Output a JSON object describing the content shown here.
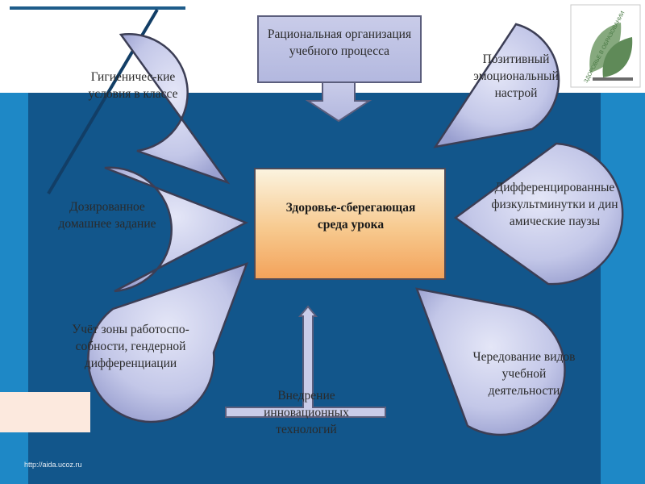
{
  "diagram": {
    "center": "Здоровье-сберегающая среда урока",
    "nodes": [
      {
        "id": "top",
        "label": "Рациональная организация учебного процесса"
      },
      {
        "id": "hygiene",
        "label": "Гигиеничес-кие условия в классе"
      },
      {
        "id": "positive",
        "label": "Позитивный эмоциональный настрой"
      },
      {
        "id": "homework",
        "label": "Дозированное домашнее задание"
      },
      {
        "id": "phys",
        "label": "Дифференцированные физкультминутки и динамические паузы"
      },
      {
        "id": "zone",
        "label": "Учёт зоны работоспо-собности, гендерной дифференциации"
      },
      {
        "id": "alternation",
        "label": "Чередование видов учебной деятельности"
      },
      {
        "id": "innovation",
        "label": "Внедрение инновационных технологий"
      }
    ]
  },
  "logo": {
    "text": "ЗДОРОВЬЕ В ОБРАЗОВАНИИ"
  },
  "footer": {
    "url": "http://aida.ucoz.ru"
  },
  "colors": {
    "background": "#1e88c6",
    "panel": "#11558a",
    "bubble": "#c9cdeb",
    "center_top": "#f9f3d6",
    "center_bottom": "#f3a25a"
  }
}
